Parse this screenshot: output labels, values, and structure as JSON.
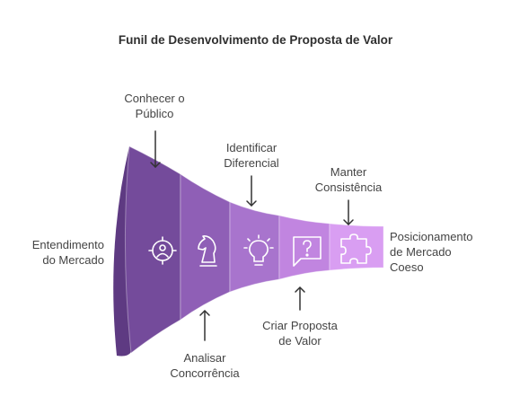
{
  "title": "Funil de Desenvolvimento de Proposta de Valor",
  "stages": [
    {
      "id": "conhecer",
      "line1": "Conhecer o",
      "line2": "Público",
      "icon": "target-person-icon",
      "color": "#744b9b"
    },
    {
      "id": "analisar",
      "line1": "Analisar",
      "line2": "Concorrência",
      "icon": "chess-knight-icon",
      "color": "#8f5fb6"
    },
    {
      "id": "identificar",
      "line1": "Identificar",
      "line2": "Diferencial",
      "icon": "lightbulb-icon",
      "color": "#a874cd"
    },
    {
      "id": "criar",
      "line1": "Criar Proposta",
      "line2": "de Valor",
      "icon": "question-bubble-icon",
      "color": "#c185e0"
    },
    {
      "id": "manter",
      "line1": "Manter",
      "line2": "Consistência",
      "icon": "puzzle-icon",
      "color": "#d99ef2"
    }
  ],
  "start": {
    "line1": "Entendimento",
    "line2": "do Mercado"
  },
  "end": {
    "line1": "Posicionamento",
    "line2": "de Mercado",
    "line3": "Coeso"
  },
  "colors": {
    "mouth": "#5e3a82",
    "mouth_edge": "#4a2c6a",
    "icon_stroke": "#ffffff",
    "arrow": "#333333"
  }
}
